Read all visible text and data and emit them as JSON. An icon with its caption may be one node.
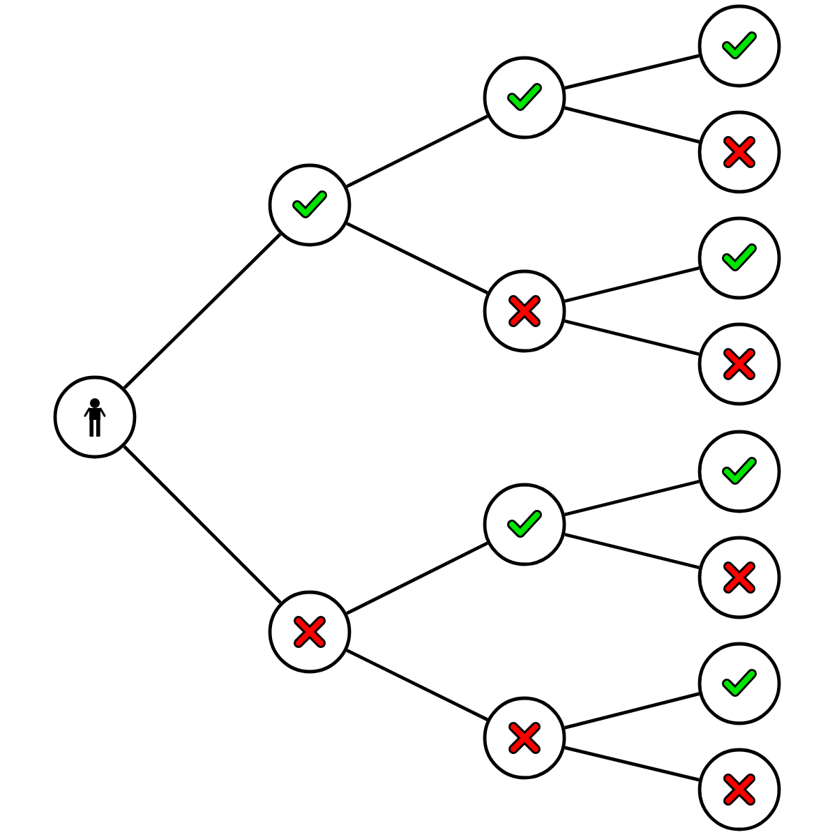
{
  "diagram": {
    "nodes": [
      {
        "text": [],
        "shape": "circle"
      },
      {
        "text": [],
        "shape": "circle"
      },
      {
        "text": [],
        "shape": "circle"
      },
      {
        "text": [],
        "shape": "circle"
      },
      {
        "text": [],
        "shape": "circle"
      },
      {
        "text": [],
        "shape": "circle"
      },
      {
        "text": [],
        "shape": "circle"
      },
      {
        "text": [],
        "shape": "circle"
      },
      {
        "text": [],
        "shape": "circle"
      },
      {
        "text": [],
        "shape": "circle"
      },
      {
        "text": [],
        "shape": "circle"
      },
      {
        "text": [],
        "shape": "circle"
      },
      {
        "text": [],
        "shape": "circle"
      },
      {
        "text": [],
        "shape": "circle"
      },
      {
        "text": [],
        "shape": "circle"
      }
    ],
    "edges": [
      {
        "from": 0,
        "to": 1,
        "arrow": "none"
      },
      {
        "from": 0,
        "to": 2,
        "arrow": "none"
      },
      {
        "from": 1,
        "to": 3,
        "arrow": "none"
      },
      {
        "from": 1,
        "to": 4,
        "arrow": "none"
      },
      {
        "from": 2,
        "to": 5,
        "arrow": "none"
      },
      {
        "from": 2,
        "to": 6,
        "arrow": "none"
      },
      {
        "from": 3,
        "to": 7,
        "arrow": "none"
      },
      {
        "from": 3,
        "to": 8,
        "arrow": "none"
      },
      {
        "from": 4,
        "to": 9,
        "arrow": "none"
      },
      {
        "from": 4,
        "to": 10,
        "arrow": "none"
      },
      {
        "from": 5,
        "to": 11,
        "arrow": "none"
      },
      {
        "from": 5,
        "to": 12,
        "arrow": "none"
      },
      {
        "from": 6,
        "to": 13,
        "arrow": "none"
      },
      {
        "from": 6,
        "to": 14,
        "arrow": "none"
      }
    ]
  }
}
